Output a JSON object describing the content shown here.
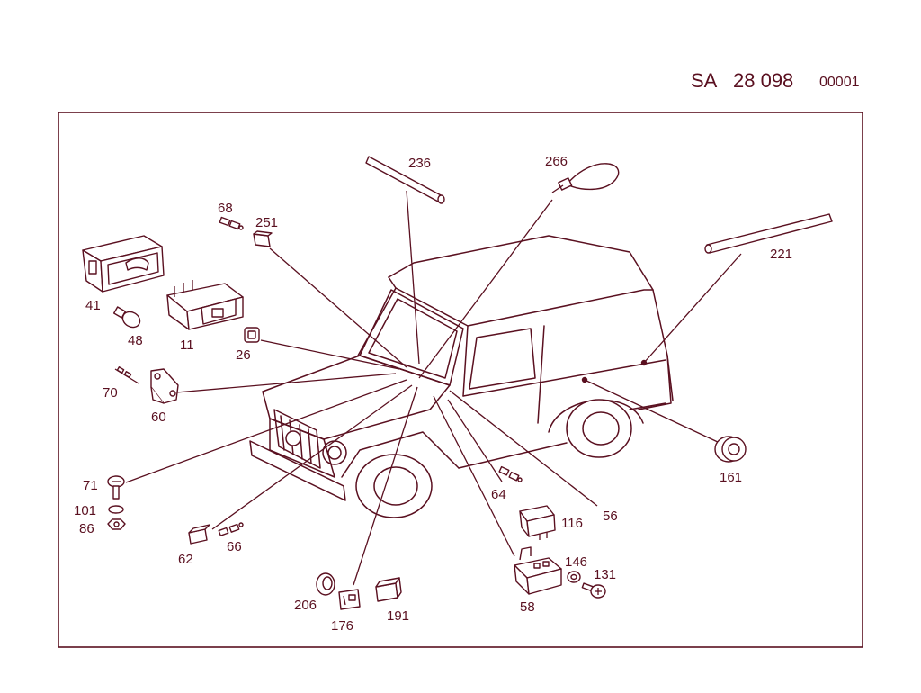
{
  "header": {
    "prefix": "SA",
    "number": "28 098",
    "sheet": "00001"
  },
  "colors": {
    "ink": "#5a1020",
    "background": "#ffffff"
  },
  "callouts": {
    "c236": "236",
    "c266": "266",
    "c221": "221",
    "c68": "68",
    "c251": "251",
    "c41": "41",
    "c48": "48",
    "c11": "11",
    "c26": "26",
    "c70": "70",
    "c60": "60",
    "c71": "71",
    "c101": "101",
    "c86": "86",
    "c62": "62",
    "c66": "66",
    "c206": "206",
    "c176": "176",
    "c191": "191",
    "c64": "64",
    "c116": "116",
    "c56": "56",
    "c146": "146",
    "c131": "131",
    "c58": "58",
    "c161": "161"
  }
}
